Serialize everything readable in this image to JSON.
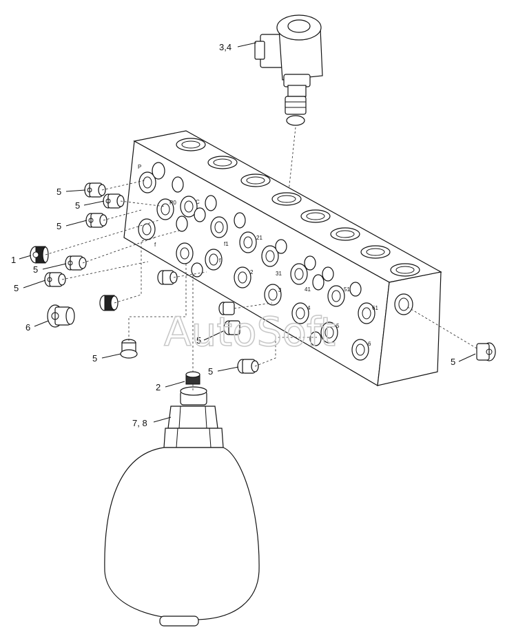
{
  "callouts": {
    "c_3_4": "3,4",
    "c_5_a": "5",
    "c_5_b": "5",
    "c_5_c": "5",
    "c_1": "1",
    "c_5_d": "5",
    "c_5_e": "5",
    "c_6": "6",
    "c_5_f": "5",
    "c_2": "2",
    "c_7_8": "7, 8",
    "c_5_g": "5",
    "c_5_h": "5",
    "c_5_i": "5"
  },
  "ports": {
    "p": "P",
    "p0": "P0",
    "c": "C",
    "f1": "f1",
    "f": "f",
    "f_low": "f",
    "two1": "21",
    "two": "2",
    "three1": "31",
    "three": "3",
    "four1": "41",
    "four": "4",
    "five1": "51",
    "five": "5",
    "six1": "61",
    "six": "6"
  },
  "watermark": "AutoSoft"
}
